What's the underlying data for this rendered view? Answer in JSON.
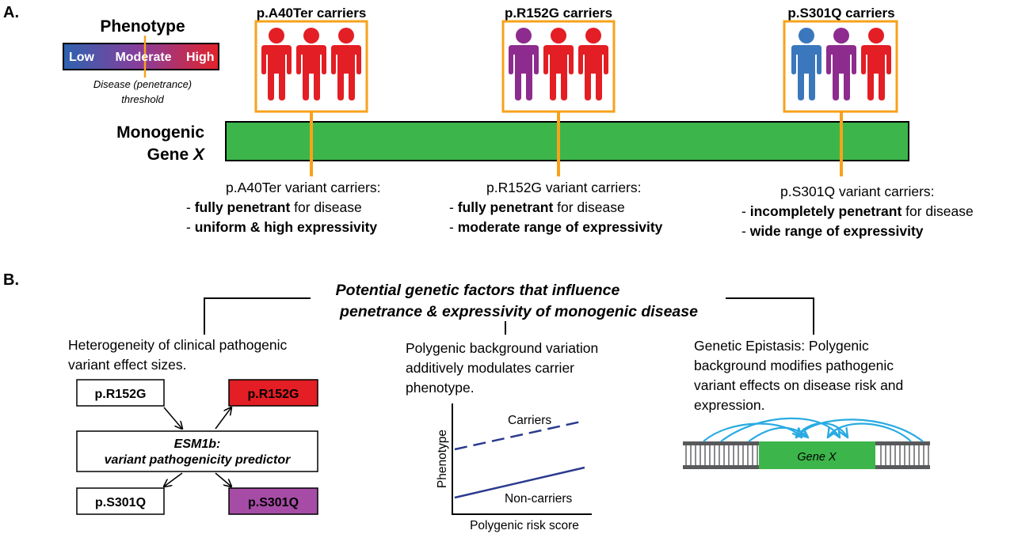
{
  "panel_a": {
    "label": "A.",
    "phenotype_legend": {
      "title": "Phenotype",
      "low": "Low",
      "moderate": "Moderate",
      "high": "High",
      "threshold_line1": "Disease (penetrance)",
      "threshold_line2": "threshold"
    },
    "gene": {
      "label_line1": "Monogenic",
      "label_line2_prefix": "Gene ",
      "label_line2_italic": "X"
    },
    "groups": [
      {
        "title": "p.A40Ter carriers",
        "figure_colors": [
          "#e31e24",
          "#e31e24",
          "#e31e24"
        ],
        "desc_line1": "p.A40Ter variant carriers:",
        "desc_line2_bold": "fully penetrant",
        "desc_line2_rest": " for disease",
        "desc_line3_bold": "uniform & high expressivity"
      },
      {
        "title": "p.R152G carriers",
        "figure_colors": [
          "#8e2b8e",
          "#e31e24",
          "#e31e24"
        ],
        "desc_line1": "p.R152G variant carriers:",
        "desc_line2_bold": "fully penetrant",
        "desc_line2_rest": " for disease",
        "desc_line3_bold": "moderate range of expressivity"
      },
      {
        "title": "p.S301Q carriers",
        "figure_colors": [
          "#3b77bc",
          "#8e2b8e",
          "#e31e24"
        ],
        "desc_line1": "p.S301Q variant carriers:",
        "desc_line2_bold": "incompletely penetrant",
        "desc_line2_rest": " for disease",
        "desc_line3_bold": "wide range of expressivity"
      }
    ],
    "bullet": "- "
  },
  "panel_b": {
    "label": "B.",
    "title_line1": "Potential genetic factors that influence",
    "title_line2": "penetrance & expressivity of monogenic disease",
    "col1": {
      "desc_line1": "Heterogeneity of clinical pathogenic",
      "desc_line2": "variant effect sizes.",
      "box_in_top": "p.R152G",
      "box_in_bottom": "p.S301Q",
      "box_out_top": "p.R152G",
      "box_out_bottom": "p.S301Q",
      "predictor_line1": "ESM1b:",
      "predictor_line2": "variant pathogenicity predictor"
    },
    "col2": {
      "desc_line1": "Polygenic background variation",
      "desc_line2": "additively modulates carrier",
      "desc_line3": "phenotype.",
      "y_label": "Phenotype",
      "x_label": "Polygenic risk score",
      "carriers_label": "Carriers",
      "noncarriers_label": "Non-carriers"
    },
    "col3": {
      "desc_line1": "Genetic Epistasis: Polygenic",
      "desc_line2": "background modifies pathogenic",
      "desc_line3": "variant effects on disease risk and",
      "desc_line4": "expression.",
      "gene_label": "Gene X"
    }
  },
  "colors": {
    "orange": "#f7a21b",
    "gene_green": "#3cb64a",
    "red": "#e31e24",
    "purple": "#8e2b8e",
    "blue": "#3b77bc",
    "navy": "#2b3a8f",
    "arc_blue": "#29abe2",
    "box_red": "#e31e24",
    "box_purple": "#a64ca6"
  }
}
